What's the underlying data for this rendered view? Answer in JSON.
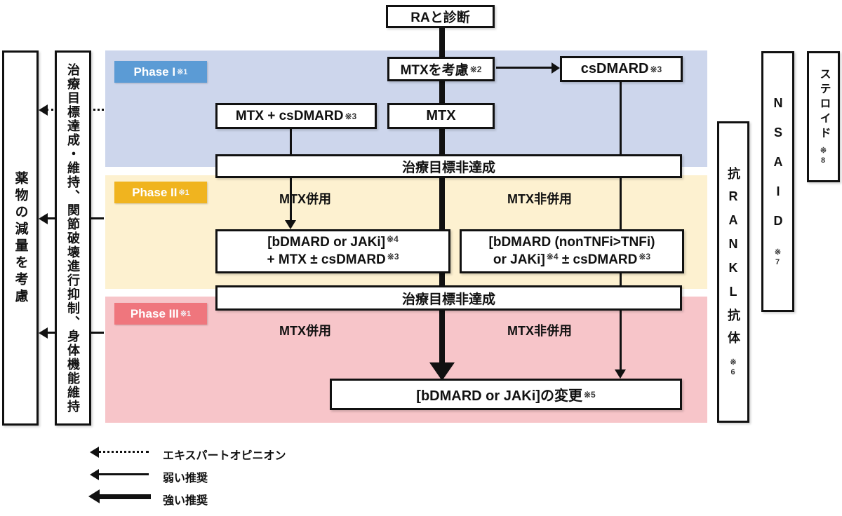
{
  "nodes": {
    "start": "RAと診断",
    "mtx_consider": {
      "text": "MTXを考慮",
      "note": "※2"
    },
    "csdmard": {
      "text": "csDMARD",
      "note": "※3"
    },
    "mtx_cs": {
      "text": "MTX + csDMARD",
      "note": "※3"
    },
    "mtx": "MTX",
    "goal_fail_1": "治療目標非達成",
    "goal_fail_2": "治療目標非達成",
    "p2_left": {
      "line1": "[bDMARD or JAKi]",
      "note1": "※4",
      "line2": "+ MTX ± csDMARD",
      "note2": "※3"
    },
    "p2_right": {
      "line1": "[bDMARD (nonTNFi>TNFi)",
      "line2a": "or JAKi]",
      "note1": "※4",
      "line2b": "± csDMARD",
      "note2": "※3"
    },
    "change": {
      "text": "[bDMARD or JAKi]の変更",
      "note": "※5"
    }
  },
  "phases": {
    "p1": {
      "label": "Phase I",
      "note": "※1",
      "band_color": "#cdd6ec",
      "label_color": "#5b9bd5"
    },
    "p2": {
      "label": "Phase II",
      "note": "※1",
      "band_color": "#fdf1d0",
      "label_color": "#f0b41f"
    },
    "p3": {
      "label": "Phase III",
      "note": "※1",
      "band_color": "#f7c5c9",
      "label_color": "#ef767d"
    }
  },
  "branch_labels": {
    "p2_with_mtx": "MTX併用",
    "p2_without_mtx": "MTX非併用",
    "p3_with_mtx": "MTX併用",
    "p3_without_mtx": "MTX非併用"
  },
  "side_left": {
    "reduce": "薬物の減量を考慮",
    "goal": "治療目標達成・維持、関節破壊進行抑制、身体機能維持"
  },
  "side_right": {
    "rankl": {
      "text": "抗RANKL抗体",
      "note": "※6"
    },
    "nsaid": {
      "text": "NSAID",
      "note": "※7"
    },
    "steroid": {
      "text": "ステロイド",
      "note": "※8"
    }
  },
  "legend": {
    "expert": "エキスパートオピニオン",
    "weak": "弱い推奨",
    "strong": "強い推奨"
  }
}
